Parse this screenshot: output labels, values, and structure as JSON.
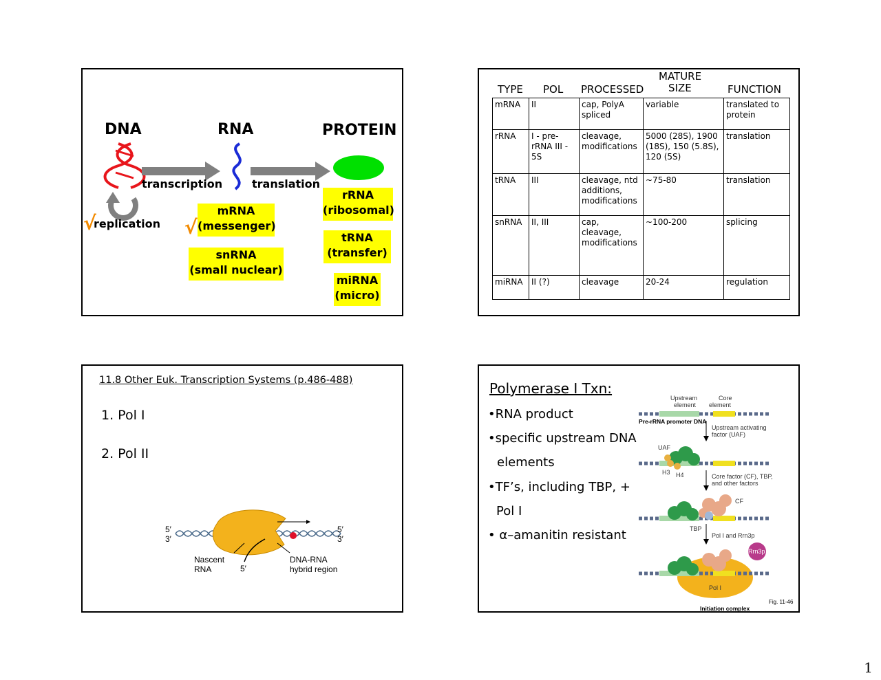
{
  "slide1": {
    "dna": "DNA",
    "rna": "RNA",
    "protein": "PROTEIN",
    "transcription": "transcription",
    "translation": "translation",
    "replication": "replication",
    "check_mark": "√",
    "boxes": {
      "mrna": [
        "mRNA",
        "(messenger)"
      ],
      "snrna": [
        "snRNA",
        "(small nuclear)"
      ],
      "rrna": [
        "rRNA",
        "(ribosomal)"
      ],
      "trna": [
        "tRNA",
        "(transfer)"
      ],
      "mirna": [
        "miRNA",
        "(micro)"
      ]
    },
    "colors": {
      "dna": "#e8151b",
      "rna": "#1a2bd6",
      "protein": "#00e000",
      "arrow": "#808080",
      "highlight": "#ffff00",
      "check": "#f28a00"
    }
  },
  "slide2": {
    "headers": {
      "type": "TYPE",
      "pol": "POL",
      "processed": "PROCESSED",
      "mature_size": [
        "MATURE",
        "SIZE"
      ],
      "function": "FUNCTION"
    },
    "rows": [
      {
        "type": "mRNA",
        "pol": "II",
        "processed": "cap, PolyA spliced",
        "size": "variable",
        "function": "translated to protein"
      },
      {
        "type": "rRNA",
        "pol": "I - pre-rRNA III - 5S",
        "processed": "cleavage, modifications",
        "size": "5000 (28S), 1900 (18S), 150 (5.8S), 120 (5S)",
        "function": "translation"
      },
      {
        "type": "tRNA",
        "pol": "III",
        "processed": "cleavage, ntd additions, modifications",
        "size": "~75-80",
        "function": "translation"
      },
      {
        "type": "snRNA",
        "pol": "II, III",
        "processed": "cap, cleavage, modifications",
        "size": "~100-200",
        "function": "splicing"
      },
      {
        "type": "miRNA",
        "pol": "II (?)",
        "processed": "cleavage",
        "size": "20-24",
        "function": "regulation"
      }
    ]
  },
  "slide3": {
    "heading": "11.8 Other Euk. Transcription Systems (p.486-488)",
    "items": [
      "1. Pol I",
      "2. Pol II"
    ],
    "figure": {
      "five_prime_left": "5′",
      "three_prime_left": "3′",
      "five_prime_right": "5′",
      "three_prime_right": "3′",
      "nascent": "Nascent",
      "rna": "RNA",
      "five_prime_rna": "5′",
      "hybrid1": "DNA-RNA",
      "hybrid2": "hybrid region"
    }
  },
  "slide4": {
    "title": "Polymerase I Txn:",
    "bullets": [
      "•RNA product",
      "•specific upstream DNA",
      "elements",
      "•TF’s, including TBP, +",
      "Pol I",
      "• α–amanitin resistant"
    ],
    "figure": {
      "upstream": [
        "Upstream",
        "element"
      ],
      "core": [
        "Core",
        "element"
      ],
      "promoter": "Pre-rRNA promoter DNA",
      "uaf_label": [
        "Upstream activating",
        "factor (UAF)"
      ],
      "uaf": "UAF",
      "h3": "H3",
      "h4": "H4",
      "cf_label": [
        "Core factor (CF), TBP,",
        "and other factors"
      ],
      "cf": "CF",
      "tbp": "TBP",
      "pol_label": "Pol I and Rrn3p",
      "rrn3p": "Rrn3p",
      "pol_i": "Pol I",
      "fig": "Fig. 11-46",
      "complex": "Initiation complex"
    }
  },
  "page_number": "1"
}
